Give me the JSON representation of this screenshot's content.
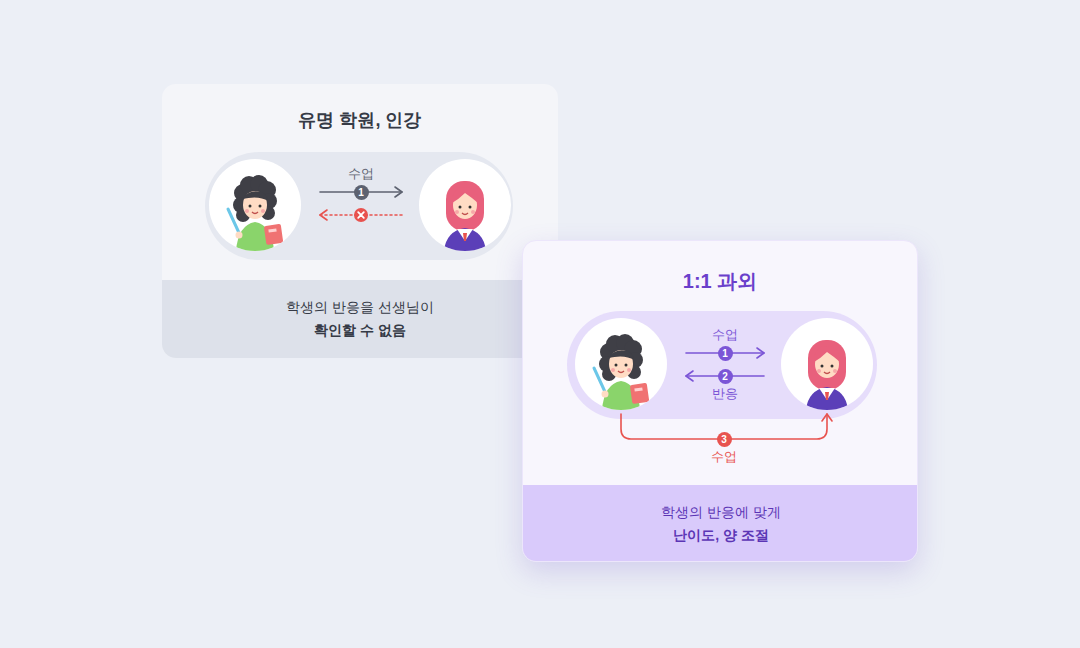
{
  "diagram": {
    "nodes": [
      {
        "text": [
          "유명 학원, 인강"
        ]
      },
      {
        "text": [],
        "in": 0
      },
      {
        "text": [],
        "in": 0
      },
      {
        "text": [
          "학생의 반응을 선생님이",
          "확인할 수 없음"
        ],
        "in": 0
      },
      {
        "text": [
          "1:1 과외"
        ]
      },
      {
        "text": [],
        "in": 4
      },
      {
        "text": [],
        "in": 4
      },
      {
        "text": [
          "학생의 반응에 맞게",
          "난이도, 양 조절"
        ],
        "in": 4
      }
    ],
    "edges": [
      {
        "from": 1,
        "to": 2,
        "arrow": "to",
        "label": "수업"
      },
      {
        "from": 2,
        "to": 1,
        "arrow": "to"
      },
      {
        "from": 5,
        "to": 6,
        "arrow": "to",
        "label": "수업"
      },
      {
        "from": 6,
        "to": 5,
        "arrow": "to",
        "label": "반응"
      },
      {
        "from": 5,
        "to": 6,
        "arrow": "to",
        "label": "수업"
      }
    ],
    "labels": [
      "1",
      "1",
      "2",
      "3"
    ]
  }
}
